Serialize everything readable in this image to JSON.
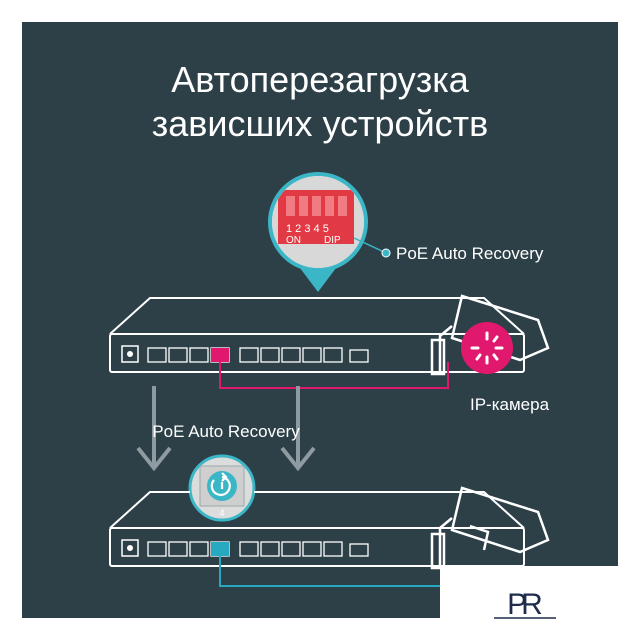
{
  "title": {
    "line1": "Автоперезагрузка",
    "line2": "зависших устройств"
  },
  "dip_switch": {
    "numbers": "1 2 3 4 5",
    "on_label": "ON",
    "dip_label": "DIP",
    "callout_label": "PoE Auto Recovery"
  },
  "camera_label": "IP-камера",
  "middle_label": "PoE Auto Recovery",
  "lens_port_number": "4",
  "logo_text": "PR",
  "colors": {
    "panel": "#2d4048",
    "switch_line": "#ffffff",
    "dip_red": "#e23a45",
    "cable_magenta": "#e0196e",
    "cable_teal": "#27a9c2",
    "arrow_gray": "#8e9ba0",
    "lens_teal": "#3bb6c7"
  },
  "icons": {
    "restart": "restart-icon",
    "camera": "camera-icon",
    "logo": "pr-logo-icon"
  }
}
